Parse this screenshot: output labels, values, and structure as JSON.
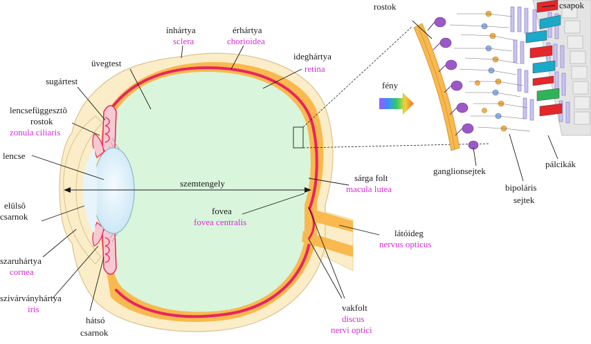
{
  "colors": {
    "latin": "#d62ad6",
    "text": "#1a1a1a",
    "sclera": "#fbedc8",
    "choroid": "#f9b94e",
    "retina": "#e8245f",
    "vitreous": "#d9f5dc",
    "lens": "#e3f3fb"
  },
  "labels": {
    "inhartya": "ínhártya",
    "sclera": "sclera",
    "erhartya": "érhártya",
    "chorioidea": "chorioidea",
    "uvegtest": "üvegtest",
    "ideghartya": "ideghártya",
    "retina": "retina",
    "sugartest": "sugártest",
    "lencsefuggeszto_1": "lencsefüggesztô",
    "lencsefuggeszto_2": "rostok",
    "zonula": "zonula ciliaris",
    "lencse": "lencse",
    "szemtengely": "szemtengely",
    "elulso_1": "elülsô",
    "elulso_2": "csarnok",
    "fovea": "fovea",
    "fovea_centralis": "fovea centralis",
    "szaruhartya": "szaruhártya",
    "cornea": "cornea",
    "szivarvanyhartya": "szivárványhártya",
    "iris": "iris",
    "hatso_1": "hátsó",
    "hatso_2": "csarnok",
    "sarga_folt": "sárga folt",
    "macula_lutea": "macula lutea",
    "latoideg": "látóideg",
    "nervus_opticus": "nervus opticus",
    "vakfolt": "vakfolt",
    "discus": "discus",
    "nervi_optici": "nervi optici",
    "rostok": "rostok",
    "feny": "fény",
    "csapok": "csapok",
    "ganglionsejtek": "ganglionsejtek",
    "bipolaris_1": "bipoláris",
    "bipolaris_2": "sejtek",
    "palcikak": "pálcikák"
  }
}
